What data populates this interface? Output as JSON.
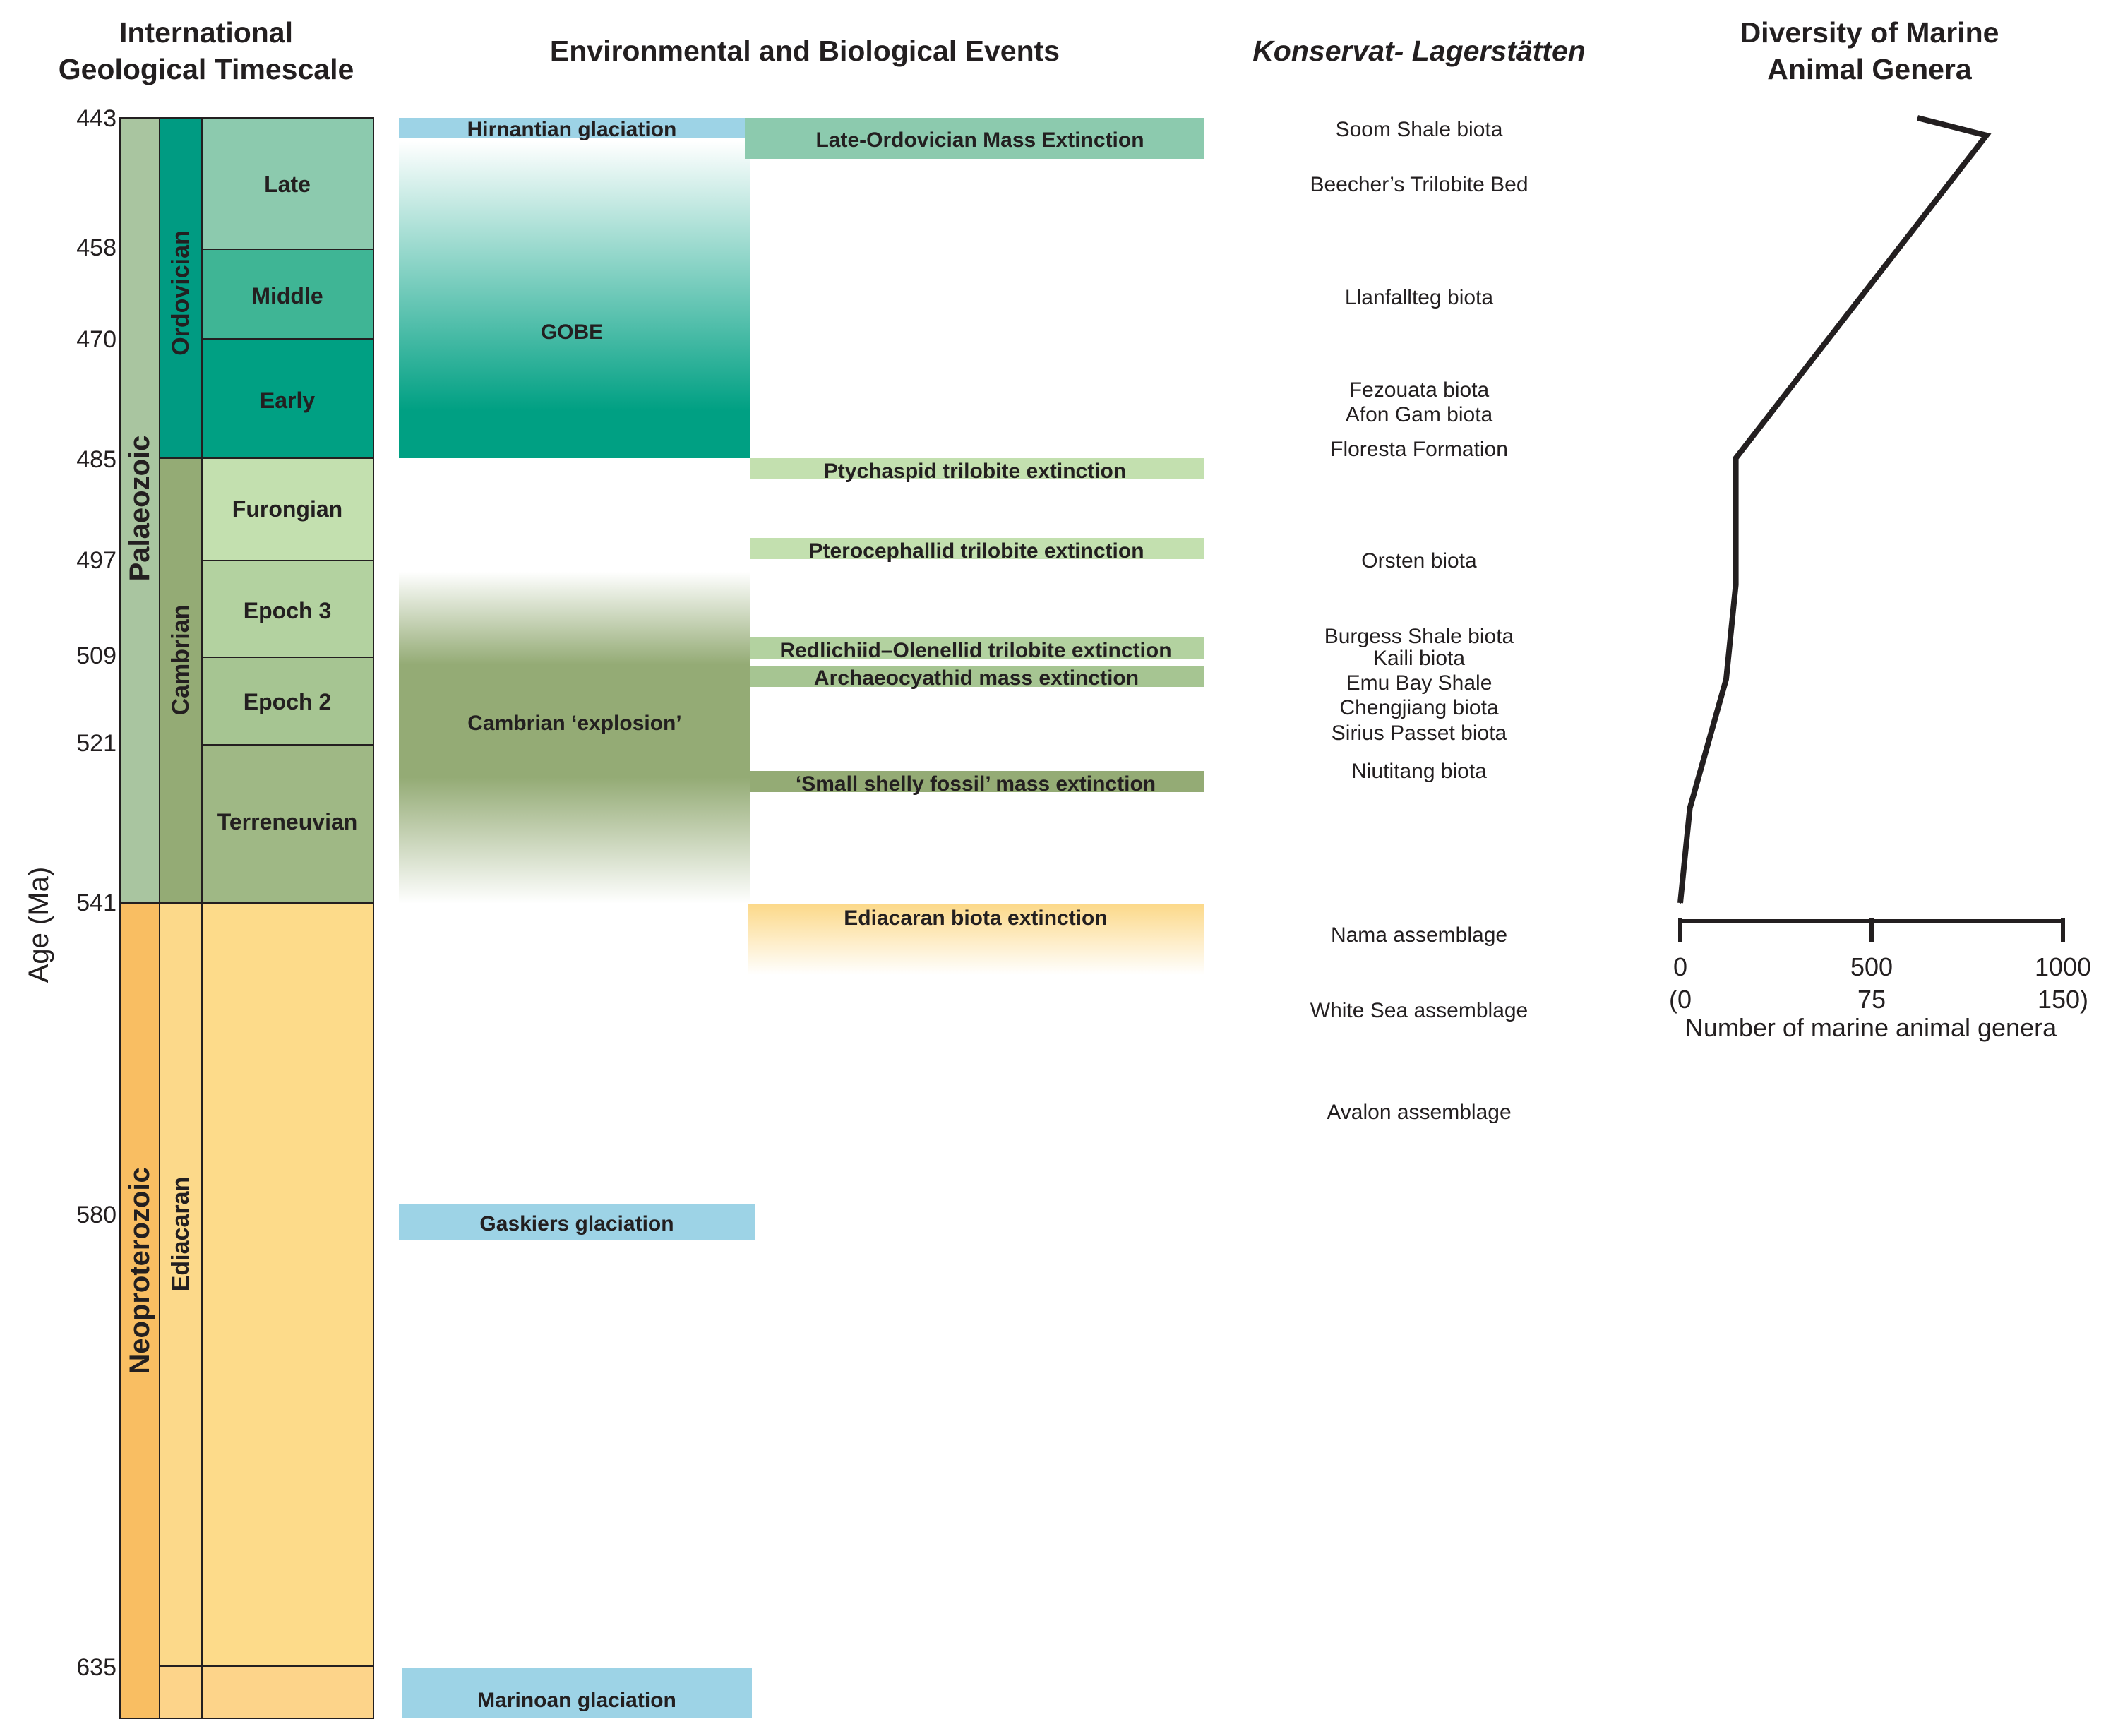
{
  "headers": {
    "timescale": [
      "International",
      "Geological Timescale"
    ],
    "events": "Environmental and Biological Events",
    "lagerstatten": "Konservat- Lagerstätten",
    "diversity": [
      "Diversity of Marine",
      "Animal Genera"
    ]
  },
  "age_axis": {
    "label": "Age (Ma)",
    "ticks": [
      "443",
      "458",
      "470",
      "485",
      "497",
      "509",
      "521",
      "541",
      "580",
      "635"
    ]
  },
  "eras": [
    {
      "label": "Palaeozoic",
      "color": "#a9c5a0"
    },
    {
      "label": "Neoproterozoic",
      "color": "#f9be62"
    }
  ],
  "periods": [
    {
      "label": "Ordovician",
      "color": "#009b82"
    },
    {
      "label": "Cambrian",
      "color": "#94ab75"
    },
    {
      "label": "Ediacaran",
      "color": "#fcd98a"
    }
  ],
  "epochs": [
    {
      "label": "Late",
      "color": "#8ccaae"
    },
    {
      "label": "Middle",
      "color": "#3fb595"
    },
    {
      "label": "Early",
      "color": "#00a083"
    },
    {
      "label": "Furongian",
      "color": "#c3e0af"
    },
    {
      "label": "Epoch 3",
      "color": "#b3d2a0"
    },
    {
      "label": "Epoch 2",
      "color": "#a6c592"
    },
    {
      "label": "Terreneuvian",
      "color": "#9fb885"
    },
    {
      "label": "",
      "color": "#fddb8a"
    }
  ],
  "environment_events": [
    "Hirnantian glaciation",
    "GOBE",
    "Cambrian ‘explosion’",
    "Gaskiers glaciation",
    "Marinoan glaciation"
  ],
  "extinctions": [
    "Late-Ordovician Mass Extinction",
    "Ptychaspid trilobite extinction",
    "Pterocephallid trilobite extinction",
    "Redlichiid–Olenellid trilobite extinction",
    "Archaeocyathid mass extinction",
    "‘Small shelly fossil’ mass extinction",
    "Ediacaran biota extinction"
  ],
  "colors": {
    "glaciation": "#9dd3e6",
    "ordovician_accent": "#8ccaae",
    "cambrian_light": "#c3e0af",
    "cambrian_mid": "#a6c592",
    "cambrian_dark": "#94ab75",
    "ediacaran_gold": "#fcd98a",
    "line": "#231f20"
  },
  "lagerstatten": [
    "Soom Shale biota",
    "Beecher’s Trilobite Bed",
    "Llanfallteg biota",
    "Fezouata biota",
    "Afon Gam biota",
    "Floresta Formation",
    "Orsten biota",
    "Burgess Shale biota",
    "Kaili biota",
    "Emu Bay Shale",
    "Chengjiang biota",
    "Sirius Passet biota",
    "Niutitang biota",
    "Nama assemblage",
    "White Sea assemblage",
    "Avalon assemblage"
  ],
  "chart_data": {
    "type": "line",
    "xlabel": "Number of marine animal genera",
    "xlim": [
      0,
      1000
    ],
    "x_ticks": [
      "0",
      "500",
      "1000"
    ],
    "x_ticks_secondary": [
      "(0",
      "75",
      "150)"
    ],
    "ylabel": "Age (Ma)",
    "series": [
      {
        "points": [
          {
            "age": 443,
            "genera": 620
          },
          {
            "age": 445,
            "genera": 800
          },
          {
            "age": 485,
            "genera": 145
          },
          {
            "age": 500,
            "genera": 145
          },
          {
            "age": 512,
            "genera": 120
          },
          {
            "age": 529,
            "genera": 25
          },
          {
            "age": 541,
            "genera": 0
          }
        ]
      }
    ]
  }
}
